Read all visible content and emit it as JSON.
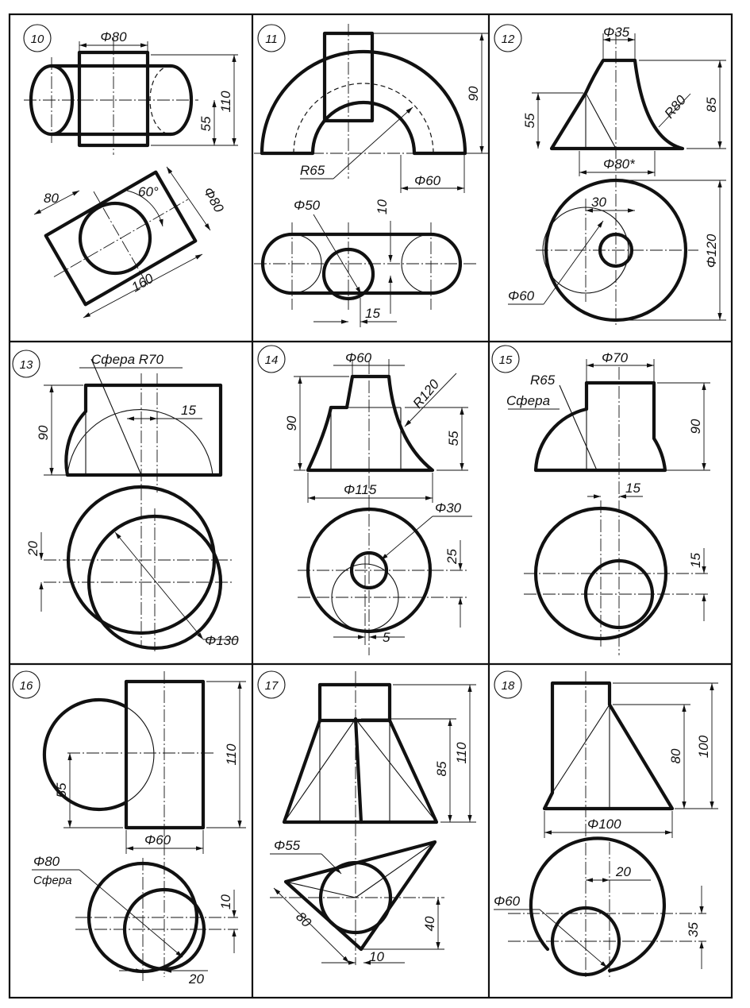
{
  "panels": [
    {
      "number": "10",
      "dims": {
        "d_top": "Φ80",
        "h1": "110",
        "h2": "55",
        "len": "80",
        "ang": "60°",
        "dia": "Φ80",
        "long": "160"
      }
    },
    {
      "number": "11",
      "dims": {
        "h": "90",
        "r": "R65",
        "d1": "Φ60",
        "d2": "Φ50",
        "t": "10",
        "s": "15"
      }
    },
    {
      "number": "12",
      "dims": {
        "d_top": "Φ35",
        "h1": "55",
        "r": "R80",
        "h2": "85",
        "d_base": "Φ80*",
        "off": "30",
        "d_out": "Φ120",
        "d_in": "Φ60"
      }
    },
    {
      "number": "13",
      "dims": {
        "sphere": "Сфера R70",
        "h": "90",
        "s": "15",
        "off": "20",
        "d": "Φ130"
      }
    },
    {
      "number": "14",
      "dims": {
        "d_top": "Φ60",
        "r": "R120",
        "h1": "90",
        "h2": "55",
        "d_base": "Φ115",
        "d_hole": "Φ30",
        "off1": "25",
        "off2": "5"
      }
    },
    {
      "number": "15",
      "dims": {
        "r": "R65",
        "sphere": "Сфера",
        "d_top": "Φ70",
        "h": "90",
        "s": "15",
        "off": "15"
      }
    },
    {
      "number": "16",
      "dims": {
        "h1": "110",
        "h2": "55",
        "d": "Φ60",
        "d_sph": "Φ80",
        "sphere": "Сфера",
        "off1": "10",
        "off2": "20"
      }
    },
    {
      "number": "17",
      "dims": {
        "h1": "85",
        "h2": "110",
        "d": "Φ55",
        "len": "80",
        "off1": "40",
        "off2": "10"
      }
    },
    {
      "number": "18",
      "dims": {
        "h1": "80",
        "h2": "100",
        "d": "Φ100",
        "off1": "20",
        "off2": "35",
        "d_small": "Φ60"
      }
    }
  ]
}
